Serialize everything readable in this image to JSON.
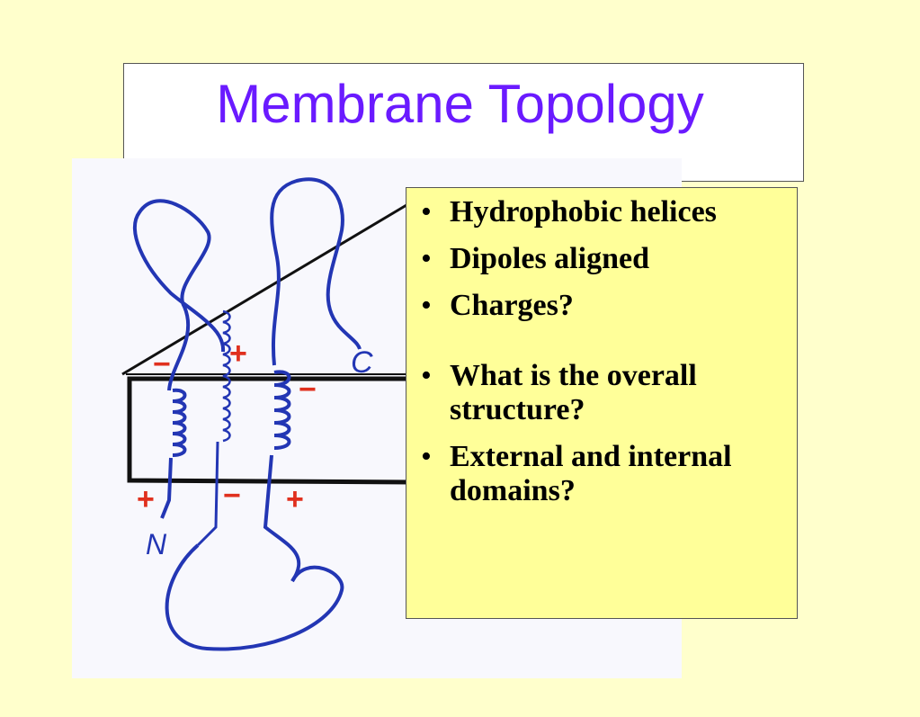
{
  "slide": {
    "title": "Membrane Topology",
    "title_color": "#6a1aff",
    "background_color": "#ffffcc",
    "callout_color": "#ffff99"
  },
  "drawing": {
    "label_c": "C",
    "label_n": "N",
    "charge_plus": "+",
    "charge_minus": "−",
    "line_color": "#2336b4",
    "charge_color": "#e0301e"
  },
  "bullets": [
    {
      "text": "Hydrophobic helices"
    },
    {
      "text": "Dipoles aligned"
    },
    {
      "text": "Charges?"
    },
    {
      "text": "What is the overall structure?"
    },
    {
      "text": "External and internal domains?"
    }
  ],
  "bullet_symbol": "•"
}
